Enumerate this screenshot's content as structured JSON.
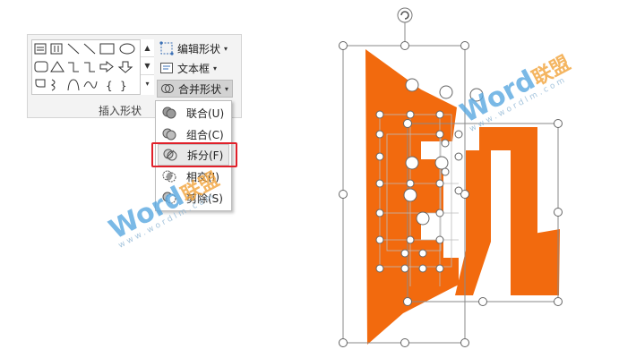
{
  "ribbon": {
    "commands": {
      "edit_shape": "编辑形状",
      "text_box": "文本框",
      "merge_shapes": "合并形状"
    },
    "group_label": "插入形状",
    "gallery_scroll": [
      "▲",
      "▼",
      "▾"
    ]
  },
  "merge_menu": {
    "items": [
      {
        "label": "联合(U)",
        "icon": "union-icon"
      },
      {
        "label": "组合(C)",
        "icon": "combine-icon"
      },
      {
        "label": "拆分(F)",
        "icon": "fragment-icon"
      },
      {
        "label": "相交(I)",
        "icon": "intersect-icon"
      },
      {
        "label": "剪除(S)",
        "icon": "subtract-icon"
      }
    ],
    "selected_index": 2
  },
  "watermark": {
    "word": "Word",
    "cn": "联盟",
    "url": "www.wordlm.com"
  },
  "colors": {
    "shape_fill": "#f26a0e",
    "highlight": "#e0202a",
    "watermark_blue": "#5aa8e0",
    "watermark_orange": "#f2a33a"
  }
}
